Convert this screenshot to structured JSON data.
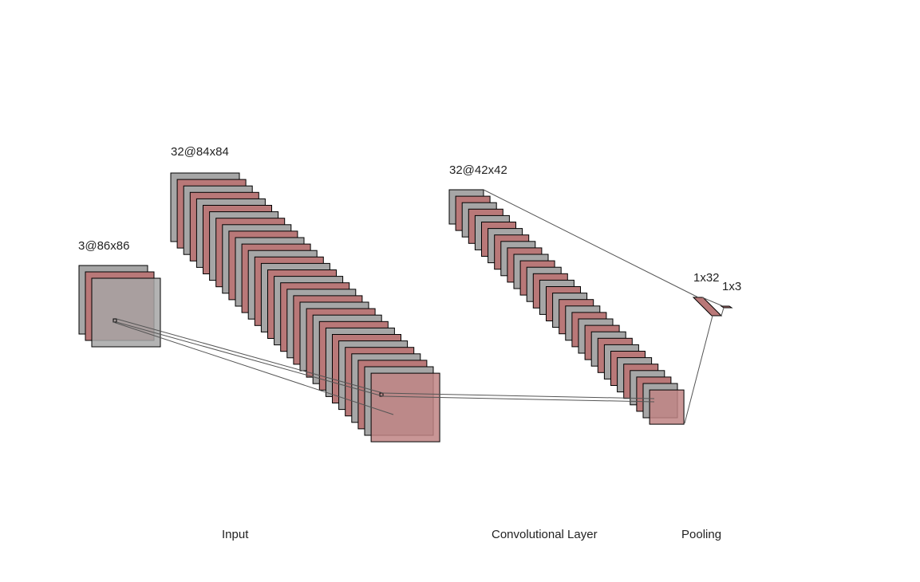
{
  "diagram": {
    "layer_labels": {
      "input_shape": "3@86x86",
      "conv1_shape": "32@84x84",
      "pool1_shape": "32@42x42",
      "dense1_shape": "1x32",
      "output_shape": "1x3"
    },
    "stage_labels": {
      "input": "Input",
      "convolutional": "Convolutional Layer",
      "pooling": "Pooling"
    },
    "colors": {
      "gray_fill": "#a6a6a6",
      "red_fill": "#b97878",
      "front_red_fill": "#c08484",
      "stroke": "#000000",
      "connector": "#555555"
    }
  }
}
